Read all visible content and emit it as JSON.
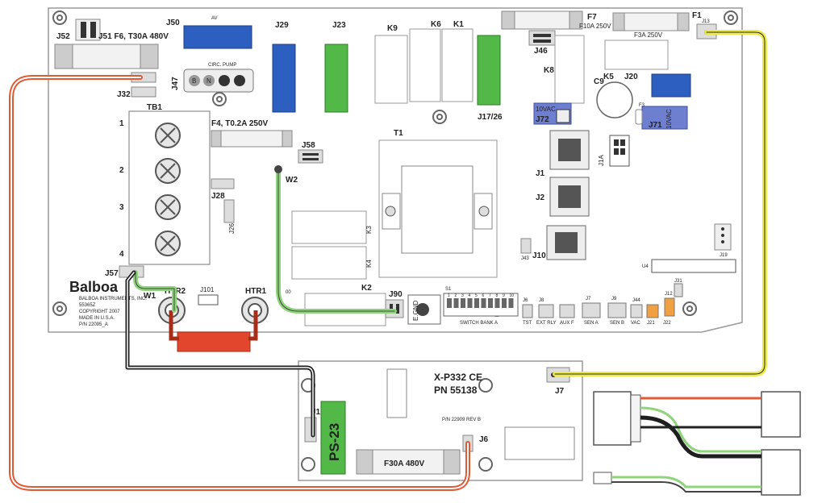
{
  "main_board": {
    "labels": {
      "j52": "J52",
      "j51_f6": "J51 F6, T30A 480V",
      "j50": "J50",
      "av": "AV",
      "j29": "J29",
      "j23": "J23",
      "k9": "K9",
      "k6": "K6",
      "k1": "K1",
      "f7": "F7",
      "f7_rating": "F10A 250V",
      "f3_rating": "F3A 250V",
      "f1": "F1",
      "j13": "J13",
      "j47": "J47",
      "cirp_pump": "CIRC. PUMP",
      "j46": "J46",
      "k8": "K8",
      "j32": "J32",
      "tb1": "TB1",
      "tb_1": "1",
      "tb_2": "2",
      "tb_3": "3",
      "tb_4": "4",
      "f4": "F4, T0.2A 250V",
      "j58": "J58",
      "j17_26": "J17/26",
      "t1": "T1",
      "c9": "C9",
      "k5": "K5",
      "j20": "J20",
      "f3": "F3",
      "vac10_1": "10VAC",
      "j72": "J72",
      "vac10_2": "10VAC",
      "j71": "J71",
      "j1": "J1",
      "j2": "J2",
      "j1a": "J1A",
      "j10": "J10",
      "w2": "W2",
      "j28": "J28",
      "j26": "J26",
      "k3": "K3",
      "k4": "K4",
      "j43": "J43",
      "j19": "J19",
      "u4": "U4",
      "j57": "J57",
      "w1": "W1",
      "htr2": "HTR2",
      "j101": "J101",
      "htr1": "HTR1",
      "k2": "K2",
      "j90": "J90",
      "egnd": "E.GND",
      "s1": "S1",
      "switch_bank": "SWITCH BANK A",
      "j6b": "J6",
      "j8": "J8",
      "j7b": "J7",
      "j9": "J9",
      "j44": "J44",
      "j12": "J12",
      "j31": "J31",
      "tst": "TST",
      "ext_rly": "EXT RLY",
      "aux_f": "AUX F",
      "sen_a": "SEN A",
      "sen_b": "SEN B",
      "vac": "VAC",
      "j21": "J21",
      "j22": "J22",
      "balboa": "Balboa",
      "balboa_info_1": "BALBOA INSTRUMENTS, INC.",
      "balboa_info_2": "55365Z",
      "balboa_info_3": "COPYRIGHT 2007",
      "balboa_info_4": "MADE IN U.S.A.",
      "balboa_info_5": "P/N 22095_A",
      "d0": "00",
      "j47_pins": [
        "B",
        "N"
      ]
    },
    "switch_numbers": [
      "1",
      "2",
      "3",
      "4",
      "5",
      "6",
      "7",
      "8",
      "9",
      "10"
    ]
  },
  "expansion_board": {
    "title": "X-P332 CE",
    "pn": "PN 55138",
    "j7": "J7",
    "j1": "J1",
    "ps23": "PS-23",
    "f30a": "F30A 480V",
    "j6": "J6",
    "pn_small": "P/N 22909 REV B"
  },
  "wire_colors": {
    "red": "#e05a36",
    "yellow": "#ecea4a",
    "green": "#8ed47a",
    "black": "#1e1e1e",
    "accent_blue": "#2c5fbf",
    "accent_green": "#52b948",
    "accent_heater": "#e2472d",
    "jumper_blue": "#6f7fcf"
  }
}
